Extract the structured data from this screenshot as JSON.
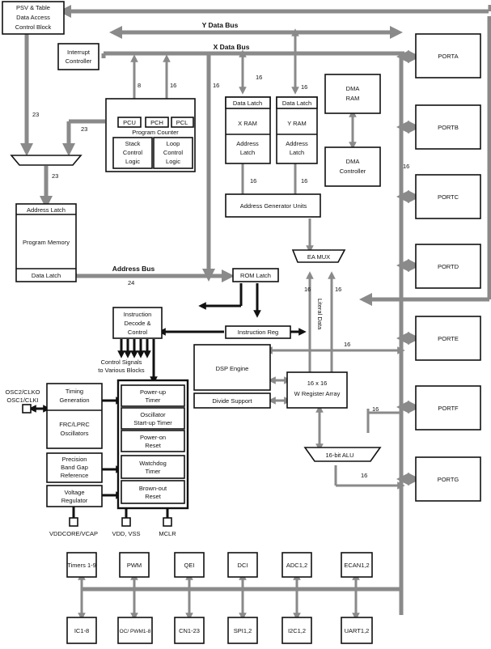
{
  "buses": {
    "y_data_bus": "Y Data Bus",
    "x_data_bus": "X Data Bus",
    "address_bus": "Address Bus"
  },
  "blocks": {
    "psv": [
      "PSV & Table",
      "Data Access",
      "Control Block"
    ],
    "interrupt": [
      "Interrupt",
      "Controller"
    ],
    "pcu": "PCU",
    "pch": "PCH",
    "pcl": "PCL",
    "program_counter": "Program Counter",
    "stack_control": [
      "Stack",
      "Control",
      "Logic"
    ],
    "loop_control": [
      "Loop",
      "Control",
      "Logic"
    ],
    "data_latch_x": "Data Latch",
    "x_ram": "X RAM",
    "address_latch_x": [
      "Address",
      "Latch"
    ],
    "data_latch_y": "Data Latch",
    "y_ram": "Y RAM",
    "address_latch_y": [
      "Address",
      "Latch"
    ],
    "dma_ram": [
      "DMA",
      "RAM"
    ],
    "dma_controller": [
      "DMA",
      "Controller"
    ],
    "agu": "Address Generator Units",
    "pm_address_latch": "Address Latch",
    "program_memory": "Program Memory",
    "pm_data_latch": "Data Latch",
    "ea_mux": "EA MUX",
    "rom_latch": "ROM Latch",
    "instruction_decode": [
      "Instruction",
      "Decode &",
      "Control"
    ],
    "control_signals": [
      "Control Signals",
      "to Various Blocks"
    ],
    "instruction_reg": "Instruction Reg",
    "literal_data": "Literal Data",
    "dsp_engine": "DSP Engine",
    "divide_support": "Divide Support",
    "register_array": [
      "16 x 16",
      "W Register Array"
    ],
    "alu": "16-bit ALU",
    "timing_generation": [
      "Timing",
      "Generation"
    ],
    "osc_labels": [
      "OSC2/CLKO",
      "OSC1/CLKI"
    ],
    "frc_oscillators": [
      "FRC/LPRC",
      "Oscillators"
    ],
    "precision_band_gap": [
      "Precision",
      "Band Gap",
      "Reference"
    ],
    "voltage_regulator": [
      "Voltage",
      "Regulator"
    ],
    "powerup_timer": [
      "Power-up",
      "Timer"
    ],
    "oscillator_startup": [
      "Oscillator",
      "Start-up Timer"
    ],
    "poweron_reset": [
      "Power-on",
      "Reset"
    ],
    "watchdog_timer": [
      "Watchdog",
      "Timer"
    ],
    "brownout_reset": [
      "Brown-out",
      "Reset"
    ],
    "vddcore": "VDDCORE/VCAP",
    "vdd_vss": "VDD, VSS",
    "mclr": "MCLR"
  },
  "ports": [
    "PORTA",
    "PORTB",
    "PORTC",
    "PORTD",
    "PORTE",
    "PORTF",
    "PORTG"
  ],
  "peripherals_top": [
    "Timers 1-9",
    "PWM",
    "QEI",
    "DCI",
    "ADC1,2",
    "ECAN1,2"
  ],
  "peripherals_bottom": [
    "IC1-8",
    "OC/ PWM1-8",
    "CN1-23",
    "SPI1,2",
    "I2C1,2",
    "UART1,2"
  ],
  "widths": {
    "w8": "8",
    "w16a": "16",
    "w16b": "16",
    "w16c": "16",
    "w16d": "16",
    "w16e": "16",
    "w16f": "16",
    "w16g": "16",
    "w16h": "16",
    "w16i": "16",
    "w16j": "16",
    "w16k": "16",
    "w16l": "16",
    "w23a": "23",
    "w23b": "23",
    "w23c": "23",
    "w24": "24"
  }
}
